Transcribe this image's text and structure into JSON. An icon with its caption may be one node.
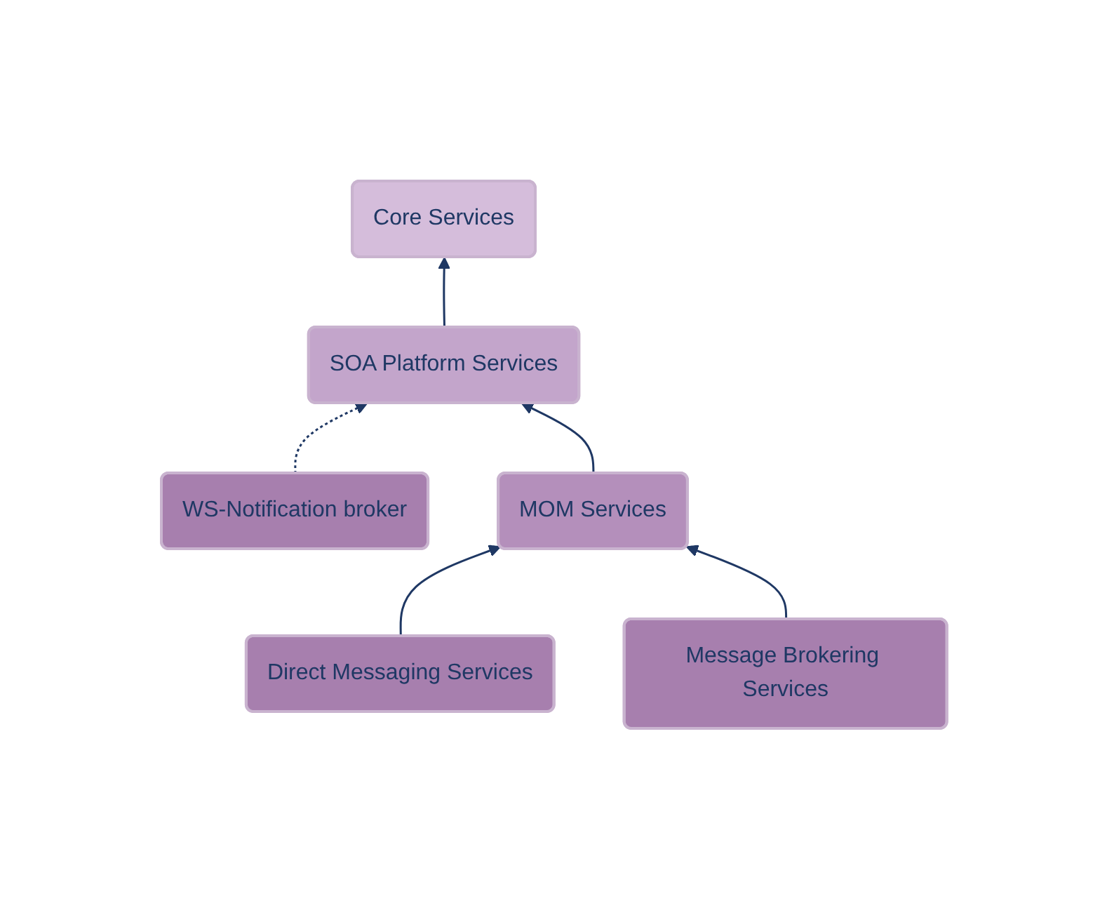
{
  "diagram": {
    "nodes": [
      {
        "text": [
          "WS-Notification broker"
        ]
      },
      {
        "text": [
          "Core Services"
        ]
      },
      {
        "text": [
          "SOA Platform Services"
        ]
      },
      {
        "text": [
          "MOM Services"
        ]
      },
      {
        "text": [
          "Direct Messaging Services"
        ]
      },
      {
        "text": [
          "Message Brokering Services"
        ]
      }
    ],
    "edges": [
      {
        "from": 0,
        "to": 2,
        "arrow": "to",
        "style": "dashed"
      },
      {
        "from": 2,
        "to": 1,
        "arrow": "to"
      },
      {
        "from": 3,
        "to": 2,
        "arrow": "to"
      },
      {
        "from": 4,
        "to": 3,
        "arrow": "to"
      },
      {
        "from": 5,
        "to": 3,
        "arrow": "to"
      }
    ]
  }
}
